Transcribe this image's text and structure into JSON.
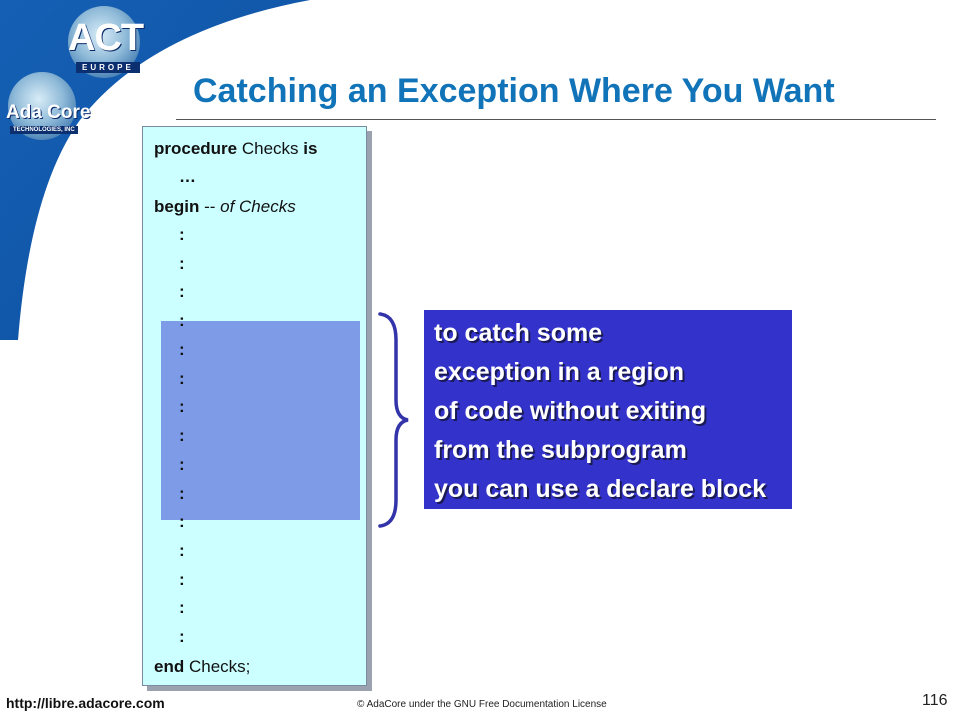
{
  "logo": {
    "act_text": "ACT",
    "europe_text": "EUROPE",
    "adacore_text": "Ada Core",
    "tech_text": "TECHNOLOGIES, INC"
  },
  "slide": {
    "title": "Catching an Exception Where You Want"
  },
  "code": {
    "line1_kw1": "procedure",
    "line1_name": " Checks ",
    "line1_kw2": "is",
    "line2": "…",
    "line3_kw": "begin",
    "line3_comment_dash": "   --  ",
    "line3_comment": "of Checks",
    "colon": ":",
    "end_kw": "end",
    "end_name": " Checks",
    "end_semicolon": ";"
  },
  "callout": {
    "lines": [
      "to catch some",
      "exception in a region",
      "of code without exiting",
      "from the subprogram",
      "you can use a declare block"
    ]
  },
  "footer": {
    "url": "http://libre.adacore.com",
    "license": "© AdaCore under the GNU Free Documentation License",
    "page_number": "116"
  },
  "colors": {
    "title": "#1173b8",
    "code_background": "#ccffff",
    "code_highlight": "#7d9be6",
    "callout_background": "#3333cc",
    "brace": "#3333aa"
  },
  "icons": [
    "globe-icon",
    "brace-icon"
  ]
}
